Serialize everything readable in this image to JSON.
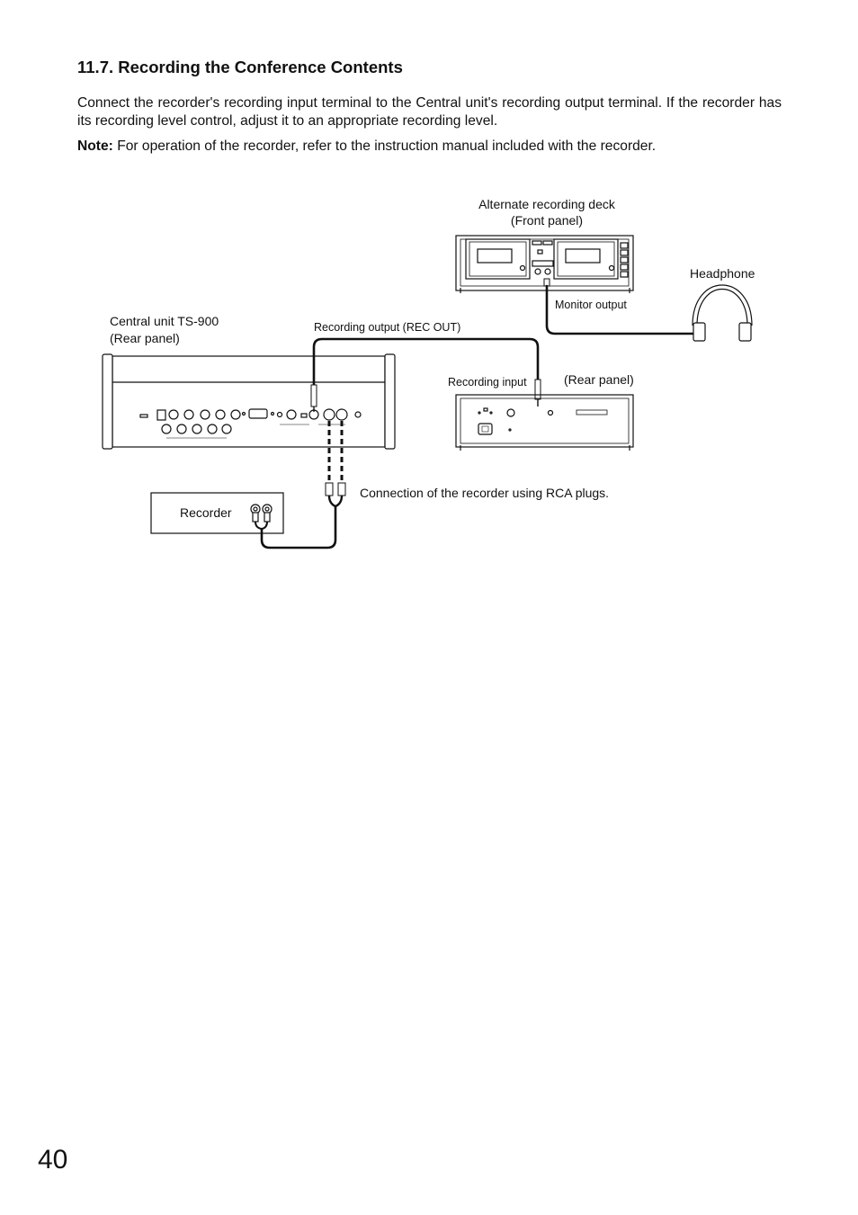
{
  "section": {
    "heading": "11.7. Recording the Conference Contents",
    "paragraph": "Connect the recorder's recording input terminal to the Central unit's recording output terminal. If the recorder has its recording level control, adjust it to an appropriate recording level.",
    "note_label": "Note:",
    "note_text": " For operation of the recorder, refer to the instruction manual included with the recorder."
  },
  "diagram": {
    "deck_front_line1": "Alternate recording deck",
    "deck_front_line2": "(Front panel)",
    "headphone": "Headphone",
    "monitor_output": "Monitor output",
    "central_unit_line1": "Central unit  TS-900",
    "central_unit_line2": "(Rear panel)",
    "rec_out": "Recording output (REC OUT)",
    "recording_input": "Recording input",
    "deck_rear_panel": "(Rear panel)",
    "recorder": "Recorder",
    "rca_caption": "Connection of the recorder using RCA plugs."
  },
  "page": {
    "number": "40"
  }
}
